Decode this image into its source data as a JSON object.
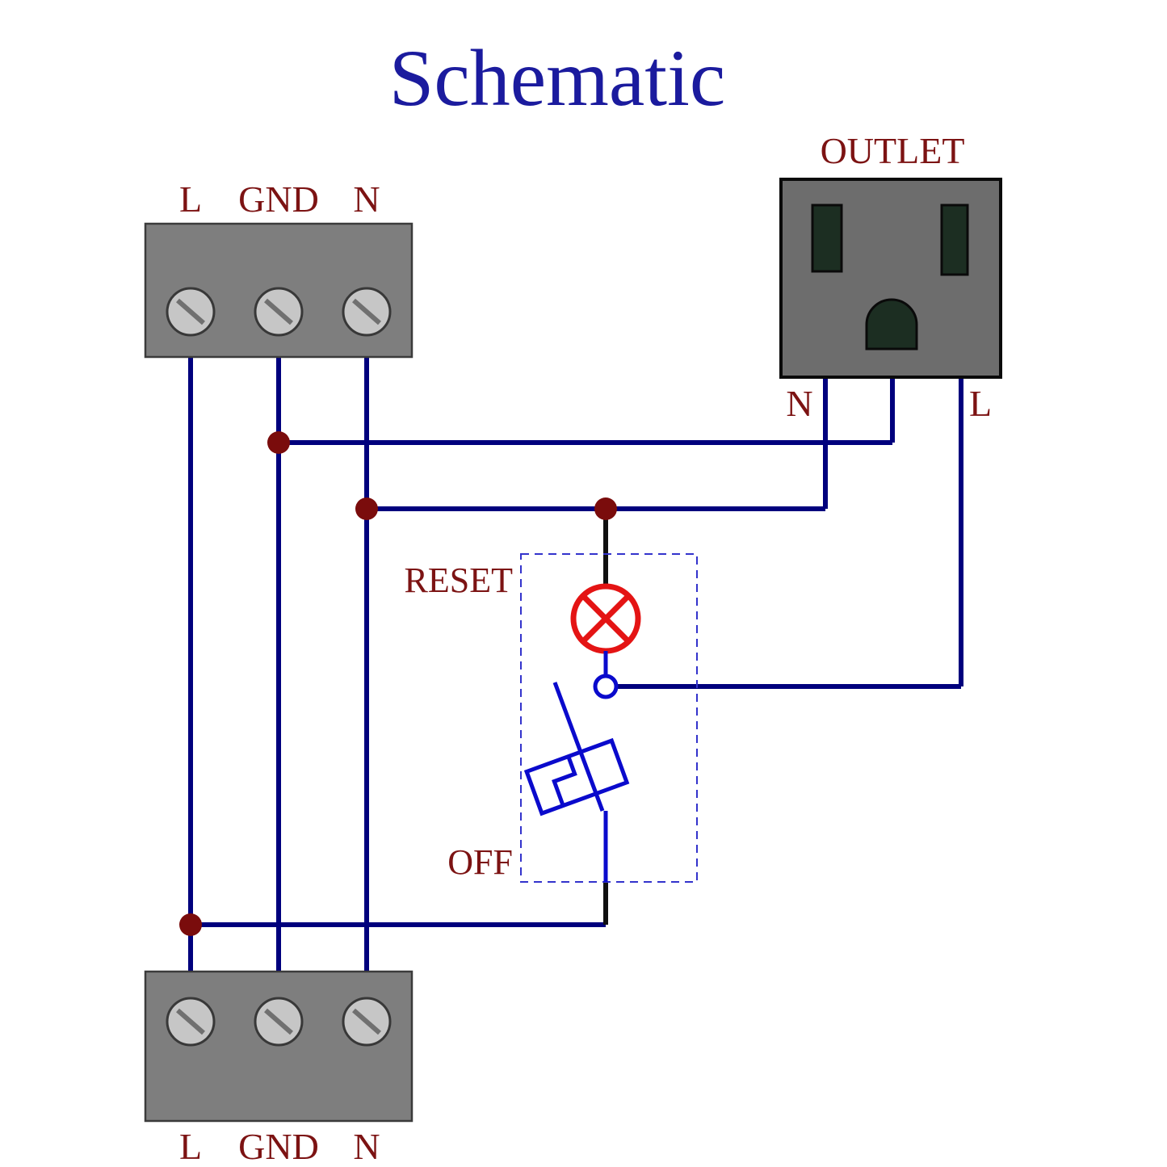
{
  "title": "Schematic",
  "colors": {
    "title": "#1b1b9e",
    "label": "#7c1313",
    "wire": "#00007d",
    "junction": "#7a0c0c",
    "switch_blue": "#0a0acc",
    "lamp_red": "#e41414",
    "block_gray": "#7e7e7e",
    "outlet_gray": "#6d6d6d",
    "slot_green": "#1c2e22"
  },
  "top_terminal": {
    "labels": [
      "L",
      "GND",
      "N"
    ]
  },
  "outlet": {
    "title": "OUTLET",
    "pin_labels": {
      "neutral": "N",
      "line": "L"
    }
  },
  "switch": {
    "reset_label": "RESET",
    "off_label": "OFF"
  },
  "bottom_terminal": {
    "labels": [
      "L",
      "GND",
      "N"
    ]
  }
}
